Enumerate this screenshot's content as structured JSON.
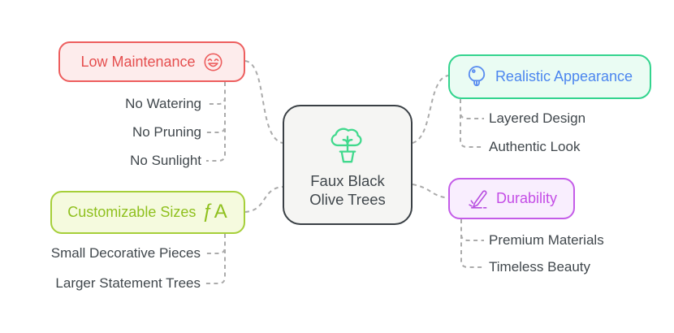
{
  "palette": {
    "background": "#ffffff",
    "connector": "#ababab",
    "child_text": "#40474c",
    "center": {
      "border": "#3a4045",
      "background": "#f5f5f3",
      "text": "#40474c",
      "icon": "#41d98d"
    },
    "low_maintenance": {
      "border": "#ed5e5e",
      "background": "#fdecec",
      "text": "#e54e4e",
      "icon": "#ed5e5e"
    },
    "customizable_sizes": {
      "border": "#a6cf39",
      "background": "#f5fade",
      "text": "#8fc01e",
      "icon": "#8fc01e"
    },
    "realistic_appearance": {
      "border": "#33d48e",
      "background": "#eafcf3",
      "text": "#4c86ef",
      "icon": "#5b8ef0"
    },
    "durability": {
      "border": "#c45ce8",
      "background": "#f9eefe",
      "text": "#c44de6",
      "icon": "#b84fe0"
    }
  },
  "center": {
    "title_line1": "Faux Black",
    "title_line2": "Olive Trees",
    "icon": "potted-tree-icon"
  },
  "branches": [
    {
      "label": "Low Maintenance",
      "icon": "laughing-face-icon",
      "side": "top-left",
      "children": [
        "No Watering",
        "No Pruning",
        "No Sunlight"
      ]
    },
    {
      "label": "Customizable Sizes",
      "icon": "font-letters-icon",
      "icon_text": "ƒA",
      "side": "bottom-left",
      "children": [
        "Small Decorative Pieces",
        "Larger Statement Trees"
      ]
    },
    {
      "label": "Realistic Appearance",
      "icon": "mushroom-icon",
      "side": "top-right",
      "children": [
        "Layered Design",
        "Authentic Look"
      ]
    },
    {
      "label": "Durability",
      "icon": "pen-icon",
      "side": "bottom-right",
      "children": [
        "Premium Materials",
        "Timeless Beauty"
      ]
    }
  ]
}
